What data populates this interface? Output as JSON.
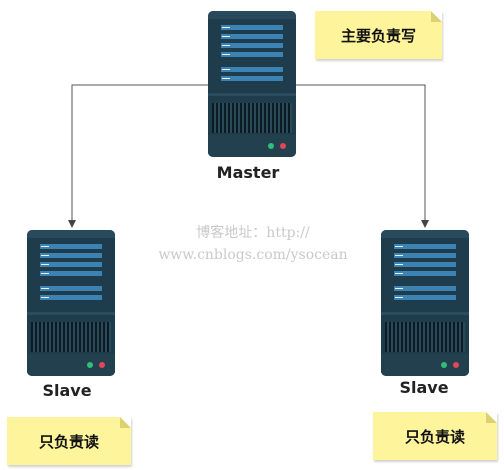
{
  "nodes": {
    "master": {
      "label": "Master",
      "note": "主要负责写"
    },
    "slave_left": {
      "label": "Slave",
      "note": "只负责读"
    },
    "slave_right": {
      "label": "Slave",
      "note": "只负责读"
    }
  },
  "watermark": {
    "line1": "博客地址：http://",
    "line2": "www.cnblogs.com/ysocean"
  },
  "colors": {
    "server_body": "#1f3c4c",
    "server_bar": "#3c83b3",
    "note_bg": "#fdf49c",
    "connector": "#555555",
    "led_green": "#2fbf7a",
    "led_red": "#e0485a"
  }
}
